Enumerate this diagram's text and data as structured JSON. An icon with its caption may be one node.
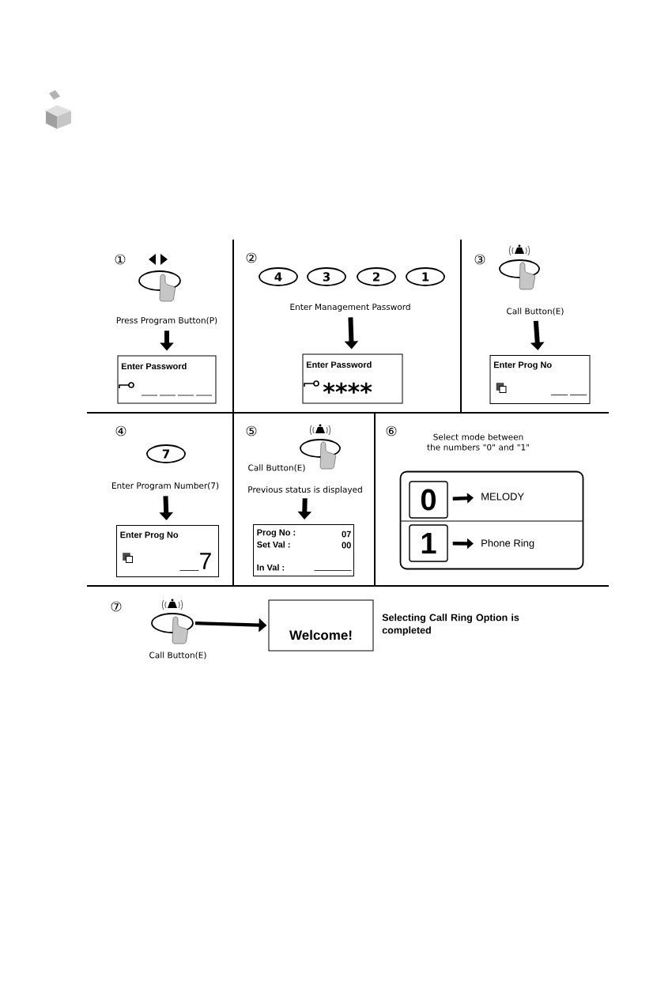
{
  "diagram": {
    "nodes": [
      {
        "text": [],
        "shape": "ellipse"
      },
      {
        "text": [
          "Press Program Button(P)"
        ]
      },
      {
        "text": [
          "Enter Password"
        ]
      },
      {
        "text": [
          "4"
        ]
      },
      {
        "text": [
          "3"
        ]
      },
      {
        "text": [
          "2"
        ]
      },
      {
        "text": [
          "1"
        ]
      },
      {
        "text": [
          "Enter Management Password"
        ]
      },
      {
        "text": [
          "Enter Password",
          "****"
        ]
      },
      {
        "text": [],
        "shape": "ellipse"
      },
      {
        "text": [
          "Call Button(E)"
        ]
      },
      {
        "text": [
          "Enter Prog No"
        ]
      },
      {
        "text": [
          "7"
        ]
      },
      {
        "text": [
          "Enter Program Number(7)"
        ]
      },
      {
        "text": [
          "Enter Prog No",
          "7"
        ]
      },
      {
        "text": [],
        "shape": "ellipse"
      },
      {
        "text": [
          "Call Button(E)"
        ]
      },
      {
        "text": [
          "Previous status is displayed"
        ]
      },
      {
        "text": [
          "Prog No :",
          "07",
          "Set Val :",
          "00",
          "In Val :"
        ]
      },
      {
        "text": [],
        "shape": "box"
      },
      {
        "text": [
          "0"
        ],
        "in": 19
      },
      {
        "text": [
          "MELODY"
        ],
        "in": 19
      },
      {
        "text": [
          "1"
        ],
        "in": 19
      },
      {
        "text": [
          "Phone Ring"
        ],
        "in": 19
      },
      {
        "text": [],
        "shape": "ellipse"
      },
      {
        "text": [
          "Call Button(E)"
        ]
      },
      {
        "text": [
          "Welcome!"
        ],
        "beside": [
          "Selecting Call Ring Option is completed"
        ]
      }
    ],
    "edges": [
      {
        "from": 1,
        "to": 2,
        "arrow": "to"
      },
      {
        "from": 7,
        "to": 8,
        "arrow": "to"
      },
      {
        "from": 10,
        "to": 11,
        "arrow": "to"
      },
      {
        "from": 13,
        "to": 14,
        "arrow": "to"
      },
      {
        "from": 17,
        "to": 18,
        "arrow": "to"
      },
      {
        "from": 20,
        "to": 21,
        "arrow": "to"
      },
      {
        "from": 22,
        "to": 23,
        "arrow": "to"
      },
      {
        "from": 24,
        "to": 26,
        "arrow": "to"
      }
    ],
    "labels": [
      "①",
      "②",
      "③",
      "④",
      "⑤",
      "⑥",
      "Select mode between the numbers \"0\" and \"1\"",
      "⑦"
    ]
  }
}
